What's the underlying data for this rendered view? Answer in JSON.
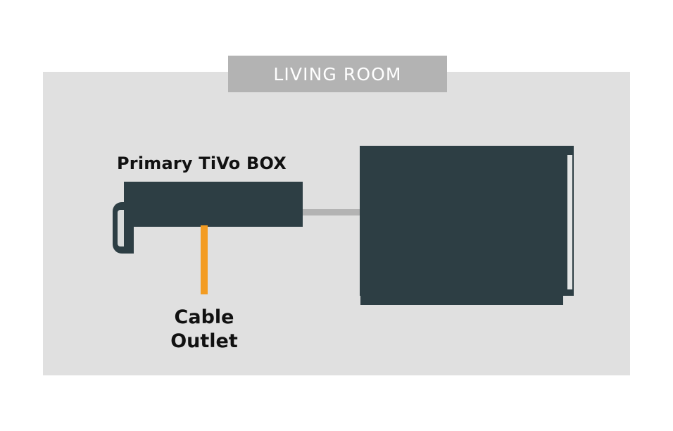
{
  "diagram": {
    "title": "LIVING ROOM",
    "room": {
      "banner_label": "LIVING ROOM",
      "banner_color": "#B3B3B3",
      "panel_color": "#E0E0E0",
      "banner_text_color": "#FFFFFF"
    },
    "devices": {
      "tivo": {
        "label": "Primary TiVo BOX",
        "color": "#2D3E44",
        "slot_color": "#D9DBDB"
      },
      "television": {
        "label": "",
        "color": "#2D3E44",
        "slot_color": "#E4E6E6"
      }
    },
    "connections": {
      "coax": {
        "label": "Cable\nOutlet",
        "label_line1": "Cable",
        "label_line2": "Outlet",
        "color": "#F39C22"
      },
      "hdmi": {
        "label": "",
        "color": "#B3B3B3"
      }
    }
  }
}
